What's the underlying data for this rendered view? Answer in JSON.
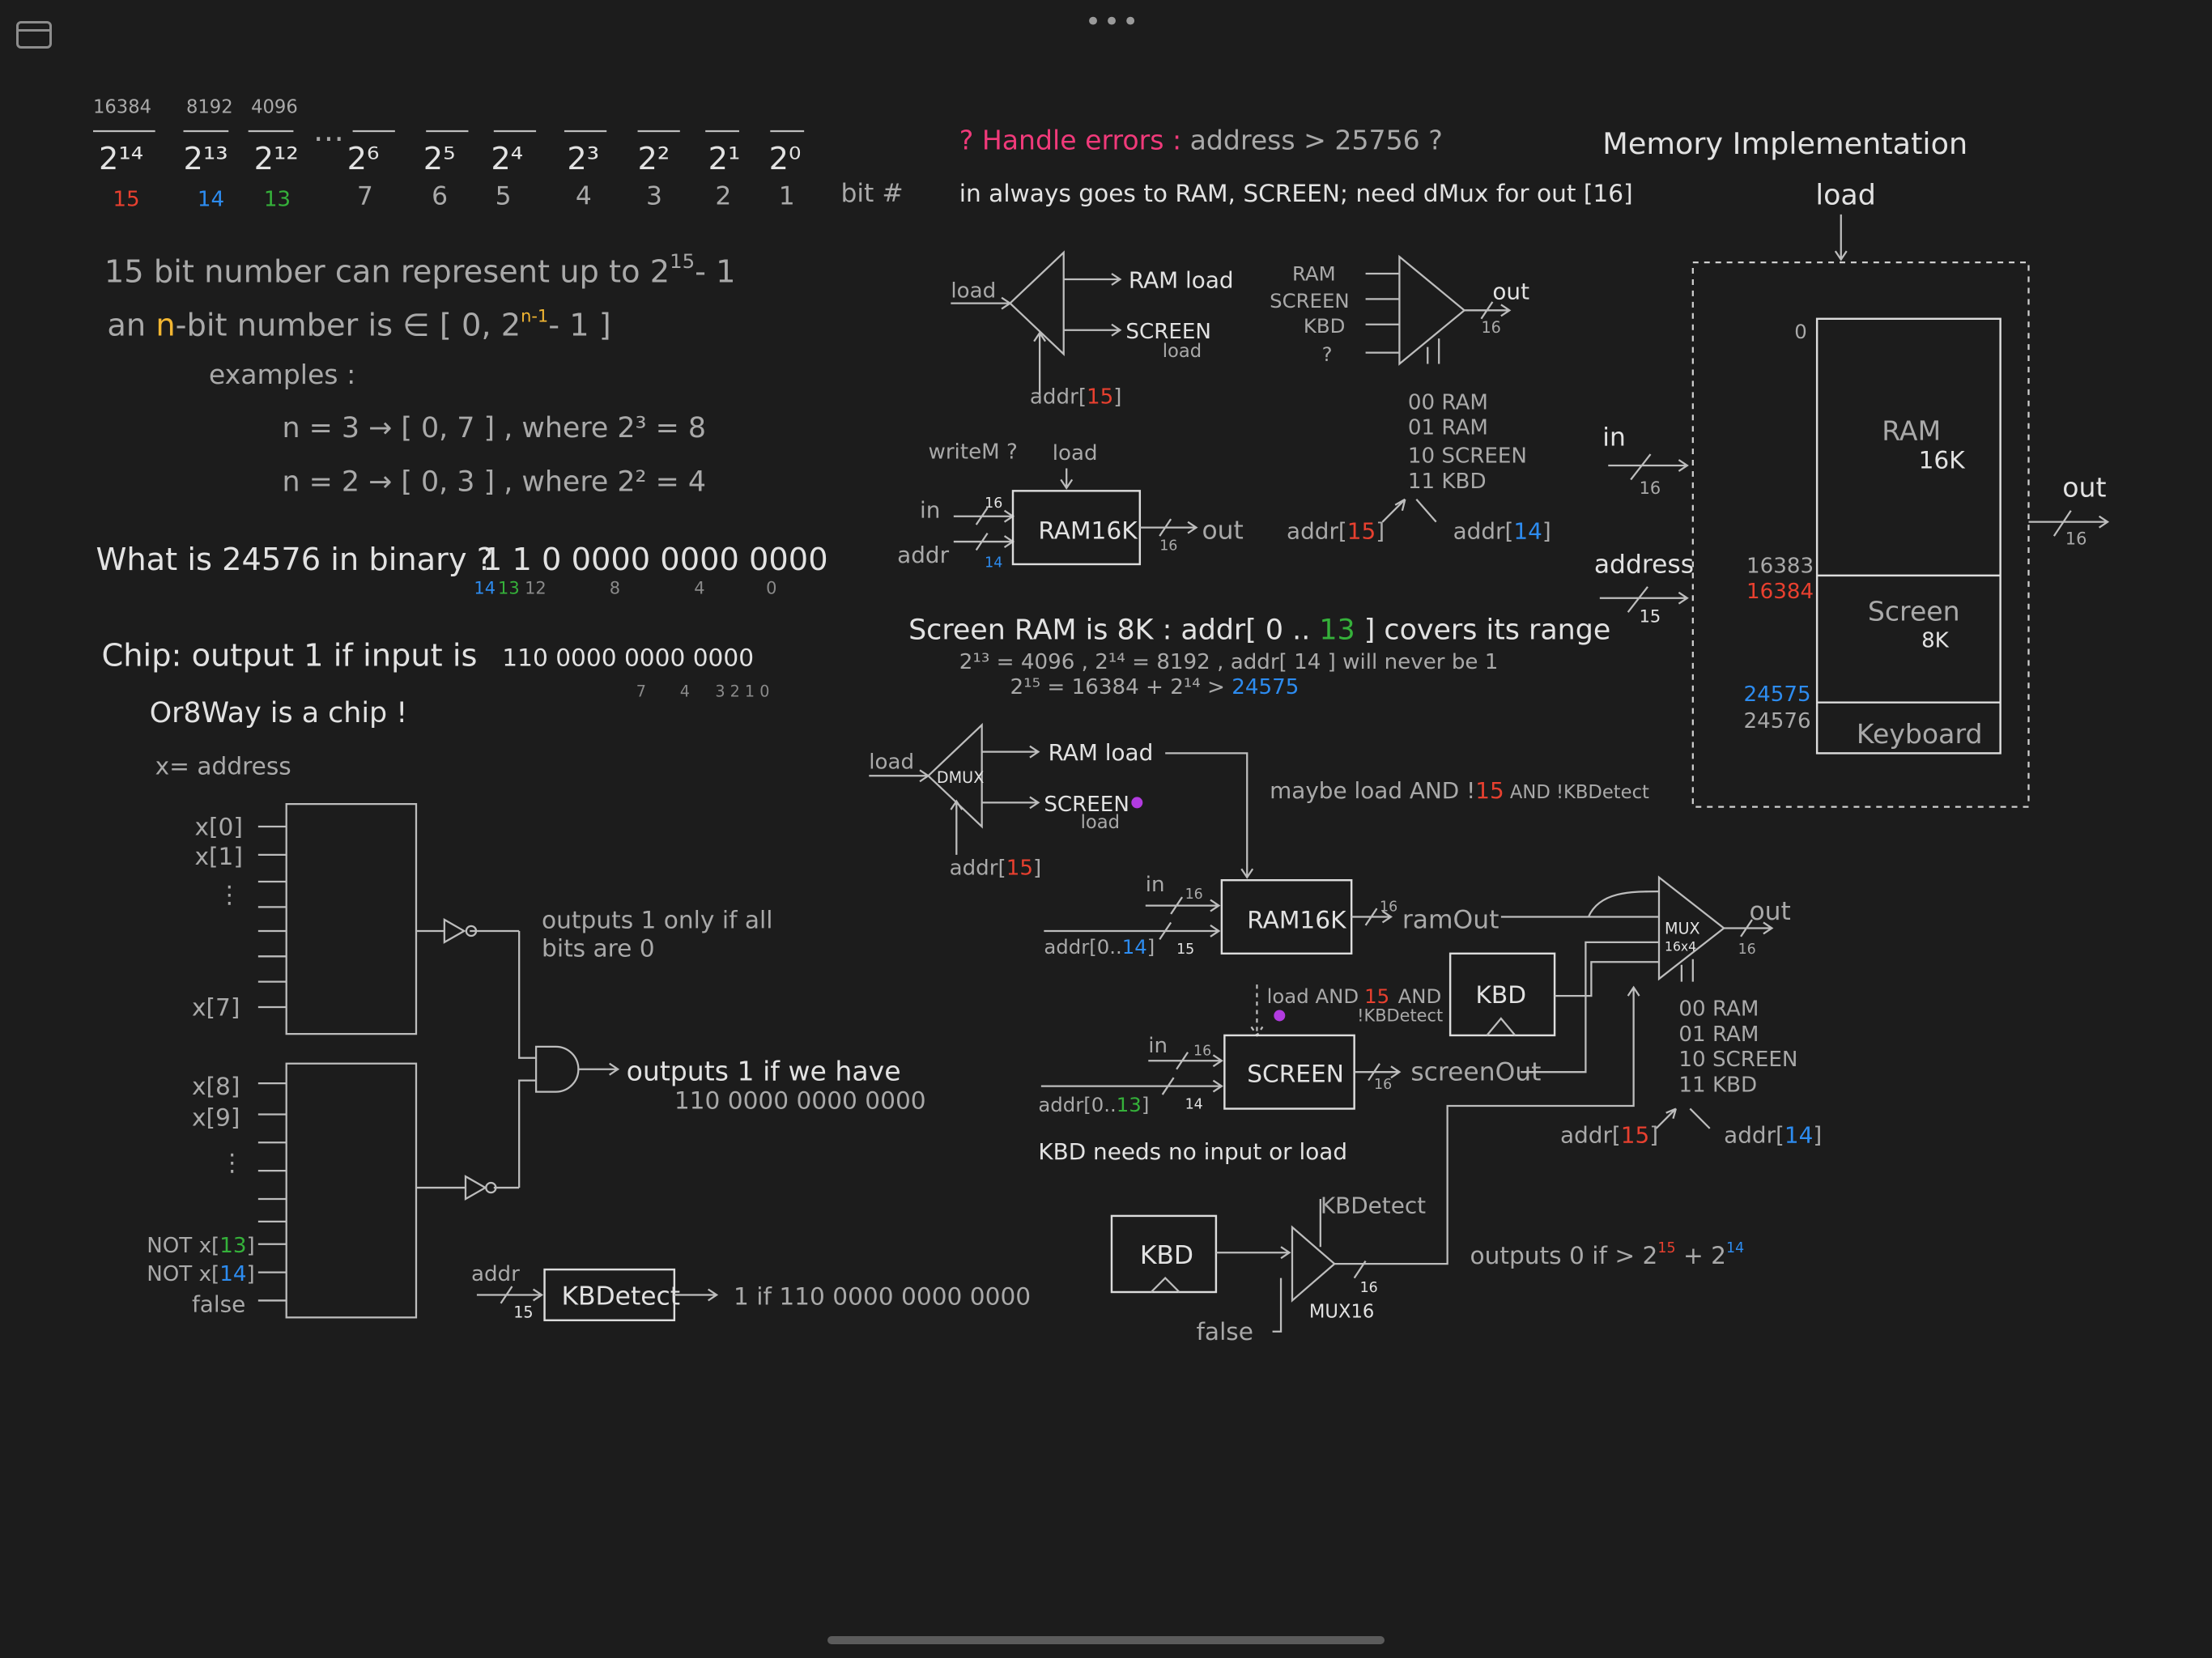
{
  "toolbar": {
    "sidebar_icon": "sidebar-toggle-icon",
    "more_icon": "ellipsis-icon",
    "more_label": "•••"
  },
  "powers": {
    "decimals": [
      "16384",
      "8192",
      "4096"
    ],
    "exponents": [
      "2¹⁴",
      "2¹³",
      "2¹²",
      "…",
      "2⁶",
      "2⁵",
      "2⁴",
      "2³",
      "2²",
      "2¹",
      "2⁰"
    ],
    "bits": [
      "15",
      "14",
      "13",
      "7",
      "6",
      "5",
      "4",
      "3",
      "2",
      "1"
    ],
    "bit_label": "bit #"
  },
  "notes": {
    "line1": "15 bit number can represent up to 2",
    "line1_sup": "15",
    "line1_end": "- 1",
    "line2_a": "an",
    "line2_n": "n",
    "line2_b": "-bit number is  ∈ [ 0,  2",
    "line2_sup": "n-1",
    "line2_end": "- 1 ]",
    "examples": "examples :",
    "ex1": "n =  3   →  [ 0, 7 ] , where  2³ = 8",
    "ex2": "n =  2   →  [ 0, 3 ] , where  2² = 4",
    "binary_q": "What is 24576 in binary ?",
    "binary_a": "1 1 0   0000   0000   0000",
    "binary_idx": [
      "14",
      "13",
      "12",
      "8",
      "4",
      "0"
    ],
    "chip_q": "Chip: output 1 if input is",
    "chip_bits": "110   0000   0000   0000",
    "chip_idx": [
      "7",
      "4",
      "3 2 1 0"
    ],
    "or8way": "Or8Way  is a chip !",
    "x_addr": "x= address"
  },
  "chip_diagram": {
    "inputs_top": [
      "x[0]",
      "x[1]",
      "⋮",
      "x[7]"
    ],
    "inputs_bottom": [
      "x[8]",
      "x[9]",
      "⋮"
    ],
    "not13_a": "NOT x[",
    "not13_n": "13",
    "not13_b": "]",
    "not14_a": "NOT x[",
    "not14_n": "14",
    "not14_b": "]",
    "false": "false",
    "note_all_zero_1": "outputs 1 only if all",
    "note_all_zero_2": "bits are 0",
    "note_and_1": "outputs 1 if we have",
    "note_and_2": "110 0000 0000 0000",
    "kbdetect_in": "addr",
    "kbdetect_bus": "15",
    "kbdetect": "KBDetect",
    "kbdetect_out": "1 if  110 0000 0000 0000"
  },
  "errors": {
    "title_q": "? Handle errors :",
    "title_rest": " address  >  25756 ?",
    "note": "in always goes to RAM, SCREEN; need dMux for out [16]"
  },
  "dmux1": {
    "load": "load",
    "ram": "RAM  load",
    "screen": "SCREEN",
    "screen_sub": "load",
    "addr_a": "addr[",
    "addr_n": "15",
    "addr_b": "]"
  },
  "mux1": {
    "inputs": [
      "RAM",
      "SCREEN",
      "KBD",
      "?"
    ],
    "out": "out",
    "bus": "16",
    "table": [
      "00   RAM",
      "01   RAM",
      "10   SCREEN",
      "11   KBD"
    ],
    "addr15_a": "addr[",
    "addr15_n": "15",
    "addr15_b": "]",
    "addr14_a": "addr[",
    "addr14_n": "14",
    "addr14_b": "]"
  },
  "ram1": {
    "writem": "writeM ?",
    "load": "load",
    "in": "in",
    "in_bus": "16",
    "addr": "addr",
    "addr_bus": "14",
    "label": "RAM16K",
    "out_bus": "16",
    "out": "out"
  },
  "screen_ram": {
    "title": "Screen RAM is  8K :  addr[ 0 .. ",
    "title_n": "13",
    "title_end": " ]  covers its range",
    "line2": "2¹³ = 4096 ,  2¹⁴ = 8192 ,  addr[ 14 ] will never be 1",
    "line3_a": "2¹⁵ = 16384 + 2¹⁴  >  ",
    "line3_b": "24575"
  },
  "dmux2": {
    "load": "load",
    "label": "DMUX",
    "ram": "RAM  load",
    "screen": "SCREEN",
    "screen_sub": "load",
    "addr_a": "addr[",
    "addr_n": "15",
    "addr_b": "]",
    "note": "maybe load AND !",
    "note_n": "15",
    "note_end": " AND  !KBDetect"
  },
  "ram2": {
    "in": "in",
    "in_bus": "16",
    "addr": "addr[0..",
    "addr_n": "14",
    "addr_b": "]",
    "addr_bus": "15",
    "label": "RAM16K",
    "out_bus": "16",
    "out": "ramOut"
  },
  "screen2": {
    "load": "load AND",
    "load_n": "15",
    "load_and": "AND",
    "load_kb": "!KBDetect",
    "in": "in",
    "in_bus": "16",
    "addr": "addr[0..",
    "addr_n": "13",
    "addr_b": "]",
    "addr_bus": "14",
    "label": "SCREEN",
    "out_bus": "16",
    "out": "screenOut"
  },
  "kbd2": {
    "label": "KBD",
    "note": "KBD needs no input or load"
  },
  "mux2": {
    "label": "MUX",
    "sub": "16x4",
    "out": "out",
    "bus": "16",
    "table": [
      "00   RAM",
      "01   RAM",
      "10   SCREEN",
      "11   KBD"
    ],
    "addr15_a": "addr[",
    "addr15_n": "15",
    "addr15_b": "]",
    "addr14_a": "addr[",
    "addr14_n": "14",
    "addr14_b": "]"
  },
  "kbd3": {
    "label": "KBD",
    "kbdetect": "KBDetect",
    "false": "false",
    "mux": "MUX16",
    "bus": "16",
    "note": "outputs 0 if  >  2",
    "note_15": "15",
    "note_plus": " + 2",
    "note_14": "14"
  },
  "memory": {
    "title": "Memory Implementation",
    "load": "load",
    "zero": "0",
    "in": "in",
    "in_bus": "16",
    "address": "address",
    "address_bus": "15",
    "out": "out",
    "out_bus": "16",
    "ram": "RAM",
    "ram_size": "16K",
    "screen": "Screen",
    "screen_size": "8K",
    "keyboard": "Keyboard",
    "addr_16383": "16383",
    "addr_16384": "16384",
    "addr_24575": "24575",
    "addr_24576": "24576"
  },
  "colors": {
    "red": "#e8402f",
    "blue": "#2d8cf0",
    "green": "#35b13a",
    "yellow": "#f2b632",
    "pink": "#f03a7a",
    "purple": "#b23be0"
  }
}
